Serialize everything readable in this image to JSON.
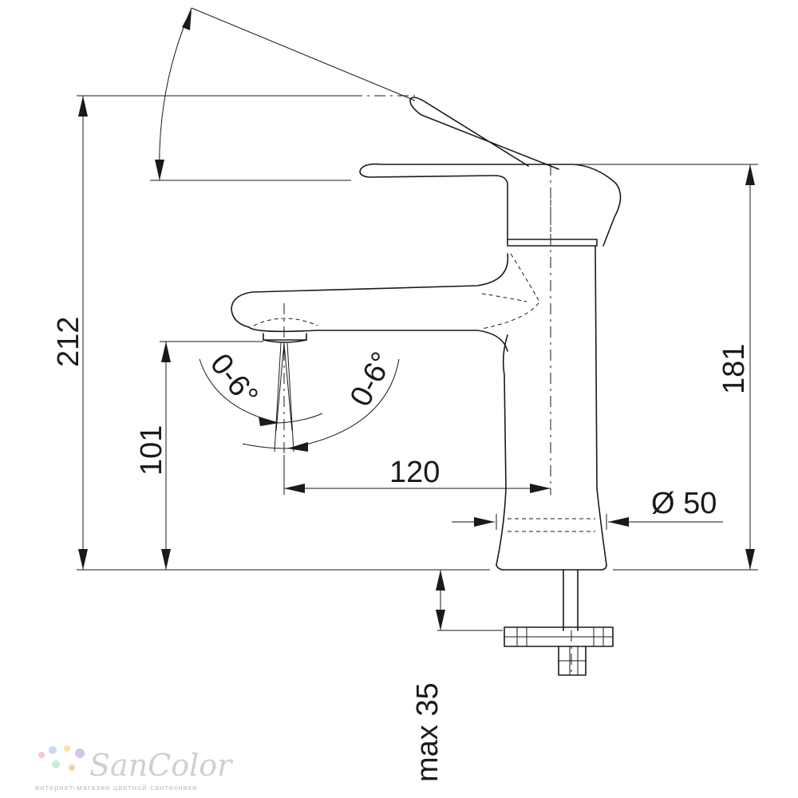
{
  "dimensions": {
    "total_height": "212",
    "body_height": "181",
    "spout_height": "101",
    "spout_reach": "120",
    "base_diameter": "Ø 50",
    "max_deck_thickness": "max 35",
    "spray_angle_left": "0-6°",
    "spray_angle_right": "0-6°"
  },
  "watermark": {
    "brand": "SanColor",
    "tagline": "интернет-магазин цветной сантехники",
    "dot_colors": [
      "#f6c6d8",
      "#c9d8f4",
      "#f7e3a6",
      "#d4c4ef",
      "#c8ecd7",
      "#f3d0ae"
    ]
  }
}
